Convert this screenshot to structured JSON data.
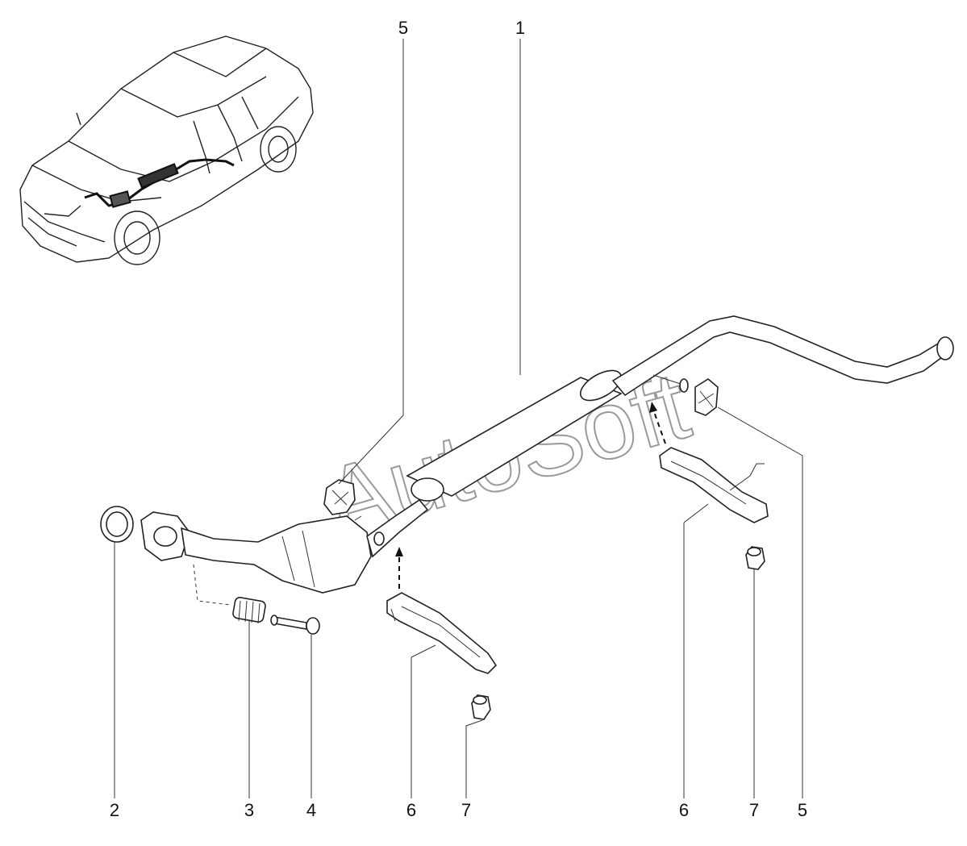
{
  "watermark": "AutoSoft",
  "callouts": [
    {
      "id": "c5-top",
      "label": "5"
    },
    {
      "id": "c1-top",
      "label": "1"
    },
    {
      "id": "c2",
      "label": "2"
    },
    {
      "id": "c3",
      "label": "3"
    },
    {
      "id": "c4",
      "label": "4"
    },
    {
      "id": "c6-left",
      "label": "6"
    },
    {
      "id": "c7-left",
      "label": "7"
    },
    {
      "id": "c6-right",
      "label": "6"
    },
    {
      "id": "c7-right",
      "label": "7"
    },
    {
      "id": "c5-right",
      "label": "5"
    }
  ],
  "colors": {
    "line": "#222222",
    "watermark": "#9a9a9a",
    "background": "#ffffff"
  }
}
